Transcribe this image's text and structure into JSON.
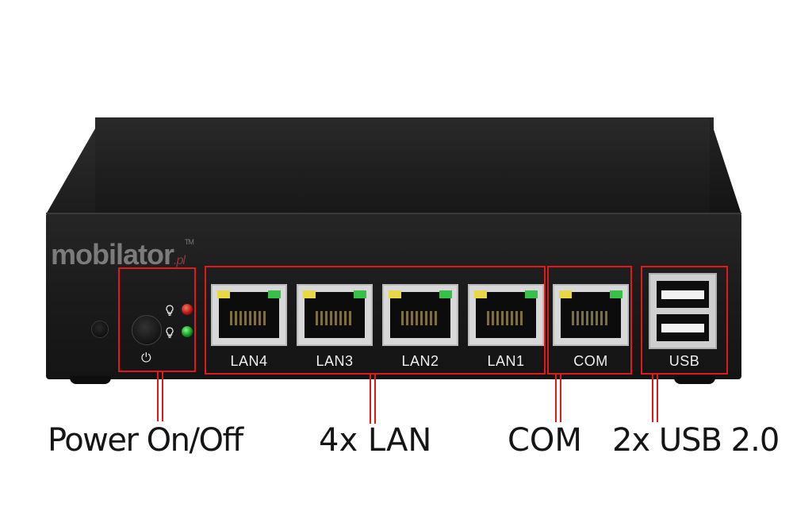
{
  "watermark": {
    "brand": "mobilator",
    "suffix": ".pl",
    "trademark": "TM"
  },
  "device": {
    "color": "#1e1e1e",
    "power_symbol": "⏻",
    "led_symbol": "💡",
    "led_colors": {
      "status_red": "#c01818",
      "status_green": "#12a028"
    }
  },
  "ports": {
    "lan": [
      "LAN4",
      "LAN3",
      "LAN2",
      "LAN1"
    ],
    "com": "COM",
    "usb": "USB"
  },
  "highlight_color": "#e0191b",
  "captions": {
    "power": "Power On/Off",
    "lan": "4x LAN",
    "com": "COM",
    "usb": "2x USB 2.0"
  }
}
